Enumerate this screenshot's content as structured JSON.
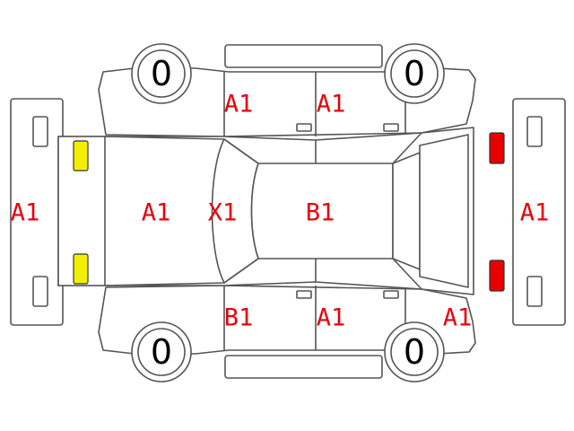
{
  "colors": {
    "code_text": "#e8000a",
    "outline": "#555555",
    "front_lamp": "#f2f000",
    "rear_lamp": "#e80000"
  },
  "tires": {
    "front_left": "0",
    "rear_left": "0",
    "front_right": "0",
    "rear_right": "0"
  },
  "codes": {
    "front_bumper": "A1",
    "hood": "A1",
    "front_glass": "X1",
    "roof": "B1",
    "rear_bumper": "A1",
    "top_front_door": "A1",
    "top_rear_door": "A1",
    "bottom_front_door": "B1",
    "bottom_rear_door": "A1",
    "bottom_rear_fender": "A1"
  },
  "lamps": {
    "front": "yellow-lamp",
    "rear": "red-lamp"
  }
}
